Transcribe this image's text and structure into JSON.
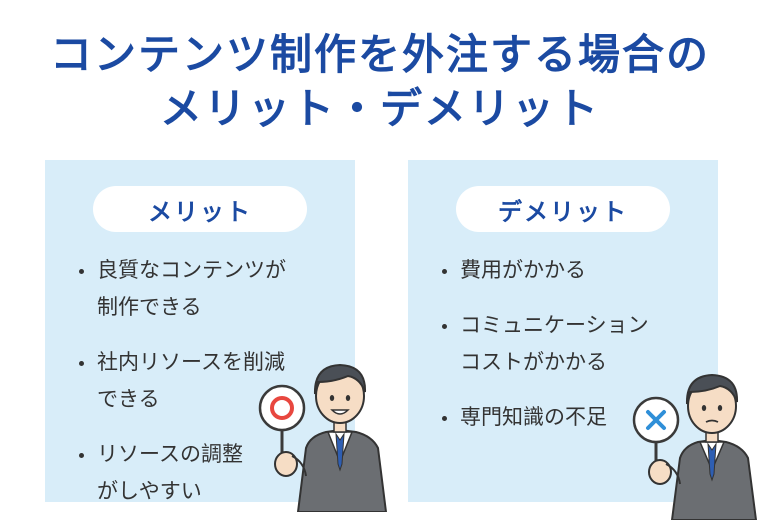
{
  "title": {
    "line1": "コンテンツ制作を外注する場合の",
    "line2": "メリット・デメリット"
  },
  "merits": {
    "heading": "メリット",
    "items": [
      {
        "line1": "良質なコンテンツが",
        "line2": "制作できる"
      },
      {
        "line1": "社内リソースを削減",
        "line2": "できる"
      },
      {
        "line1": "リソースの調整",
        "line2": "がしやすい"
      }
    ],
    "sign_symbol": "circle-mark",
    "accent": "#e8473f"
  },
  "demerits": {
    "heading": "デメリット",
    "items": [
      {
        "line1": "費用がかかる"
      },
      {
        "line1": "コミュニケーション",
        "line2": "コストがかかる"
      },
      {
        "line1": "専門知識の不足"
      }
    ],
    "sign_symbol": "cross-mark",
    "accent": "#2f8fd8"
  },
  "colors": {
    "title": "#1b4aa2",
    "panel": "#d8edf9",
    "pill": "#ffffff",
    "text": "#333333"
  }
}
